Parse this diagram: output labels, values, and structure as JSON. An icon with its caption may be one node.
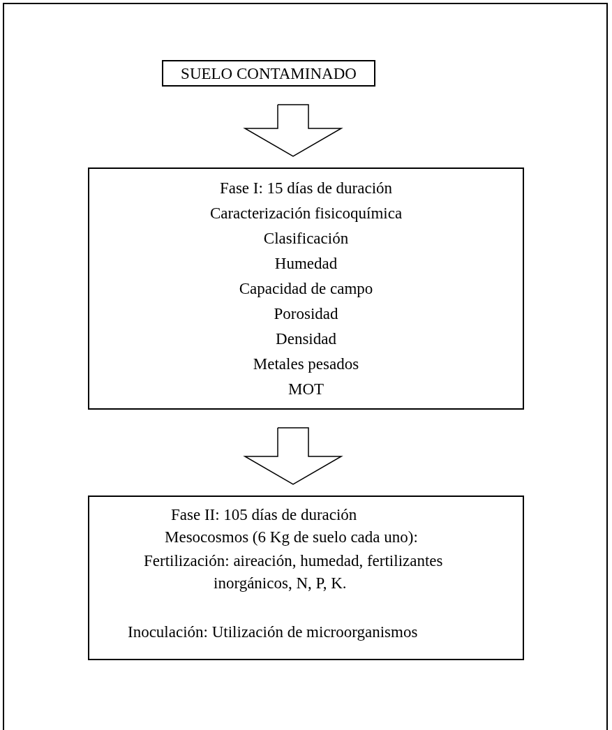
{
  "diagram": {
    "nodes": [
      {
        "text": [
          "SUELO CONTAMINADO"
        ]
      },
      {
        "text": [
          "Fase I: 15 días de duración",
          "Caracterización fisicoquímica",
          "Clasificación",
          "Humedad",
          "Capacidad de campo",
          "Porosidad",
          "Densidad",
          "Metales pesados",
          "MOT"
        ]
      },
      {
        "text": [
          "Fase II: 105 días de duración",
          "Mesocosmos (6 Kg de suelo cada uno):",
          "Fertilización: aireación, humedad, fertilizantes inorgánicos, N, P, K.",
          "Inoculación: Utilización de microorganismos"
        ]
      }
    ],
    "edges": [
      {
        "from": 0,
        "to": 1,
        "arrow": "to"
      },
      {
        "from": 1,
        "to": 2,
        "arrow": "to"
      }
    ]
  }
}
